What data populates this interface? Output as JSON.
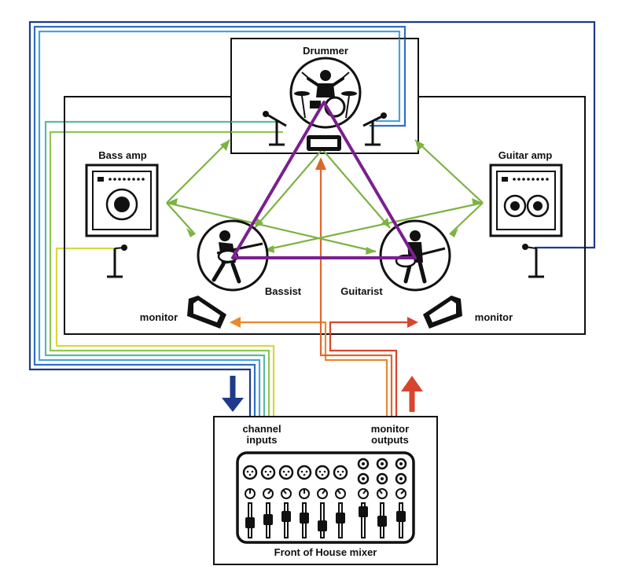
{
  "labels": {
    "drummer": "Drummer",
    "bass_amp": "Bass amp",
    "guitar_amp": "Guitar amp",
    "bassist": "Bassist",
    "guitarist": "Guitarist",
    "monitor_left": "monitor",
    "monitor_right": "monitor",
    "channel_inputs_1": "channel",
    "channel_inputs_2": "inputs",
    "monitor_outputs_1": "monitor",
    "monitor_outputs_2": "outputs",
    "mixer": "Front of House mixer"
  },
  "colors": {
    "triangle": "#7b1f8f",
    "green": "#7cb342",
    "monitor_orange": "#e8892b",
    "monitor_red": "#d9442e",
    "navy": "#1f3a8a",
    "blue": "#2f6fc7",
    "lightblue": "#4ba3d9",
    "teal": "#5cb8a8",
    "lightgreen": "#8fc751",
    "yellow": "#d7d93a",
    "arrow_down": "#1f3a8a",
    "arrow_up": "#d9442e"
  },
  "icons": {
    "drummer": "drummer-icon",
    "bassist": "bassist-icon",
    "guitarist": "guitarist-icon",
    "bass_amp": "bass-amp-icon",
    "guitar_amp": "guitar-amp-icon",
    "mic": "microphone-icon",
    "monitor": "stage-monitor-icon",
    "mixer": "mixer-icon"
  }
}
